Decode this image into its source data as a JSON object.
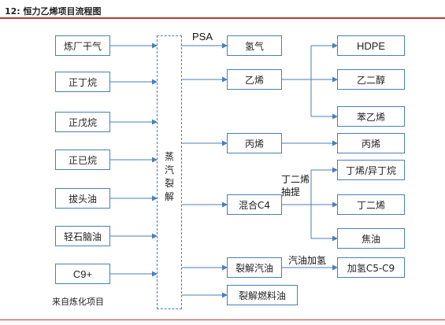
{
  "title": "12:  恒力乙烯项目流程图",
  "feedstocks": [
    "炼厂干气",
    "正丁烷",
    "正戊烷",
    "正已烷",
    "拔头油",
    "轻石脑油",
    "C9+"
  ],
  "source_note": "来自炼化项目",
  "steam_cracking": [
    "蒸",
    "汽",
    "裂",
    "解"
  ],
  "products": {
    "hydrogen": "氢气",
    "ethylene": "乙烯",
    "propylene": "丙烯",
    "mixed_c4": "混合C4",
    "cracked_gasoline": "裂解汽油",
    "cracked_fuel_oil": "裂解燃料油"
  },
  "downstream": {
    "hdpe": "HDPE",
    "eg": "乙二醇",
    "styrene": "苯乙烯",
    "propylene_out": "丙烯",
    "butene": "丁烯/异丁烷",
    "butadiene": "丁二烯",
    "coke_oil": "焦油",
    "hydro_c5c9": "加氢C5-C9"
  },
  "labels": {
    "psa": "PSA",
    "extraction_1": "丁二烯",
    "extraction_2": "抽提",
    "gas_hydro": "汽油加氢"
  }
}
